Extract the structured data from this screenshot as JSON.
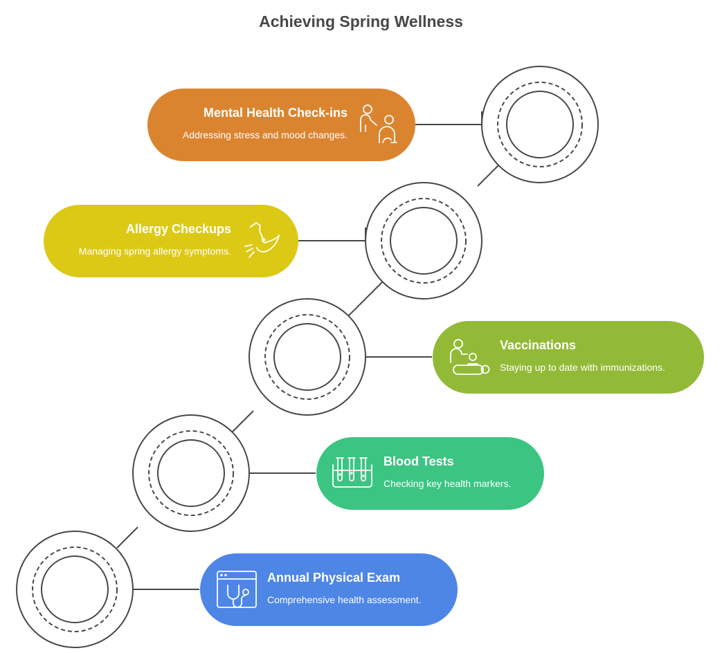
{
  "title": "Achieving Spring Wellness",
  "steps": [
    {
      "title": "Mental Health Check-ins",
      "description": "Addressing stress and mood changes.",
      "color": "#DB8430",
      "icon": "mental-health-icon"
    },
    {
      "title": "Allergy Checkups",
      "description": "Managing spring allergy symptoms.",
      "color": "#DCC916",
      "icon": "allergy-icon"
    },
    {
      "title": "Vaccinations",
      "description": "Staying up to date with immunizations.",
      "color": "#92BA37",
      "icon": "vaccination-icon"
    },
    {
      "title": "Blood Tests",
      "description": "Checking key health markers.",
      "color": "#3CC483",
      "icon": "test-tubes-icon"
    },
    {
      "title": "Annual Physical Exam",
      "description": "Comprehensive health assessment.",
      "color": "#4E86E6",
      "icon": "stethoscope-icon"
    }
  ],
  "colors": {
    "line": "#474747",
    "title": "#474747",
    "pill_text": "#ffffff"
  }
}
